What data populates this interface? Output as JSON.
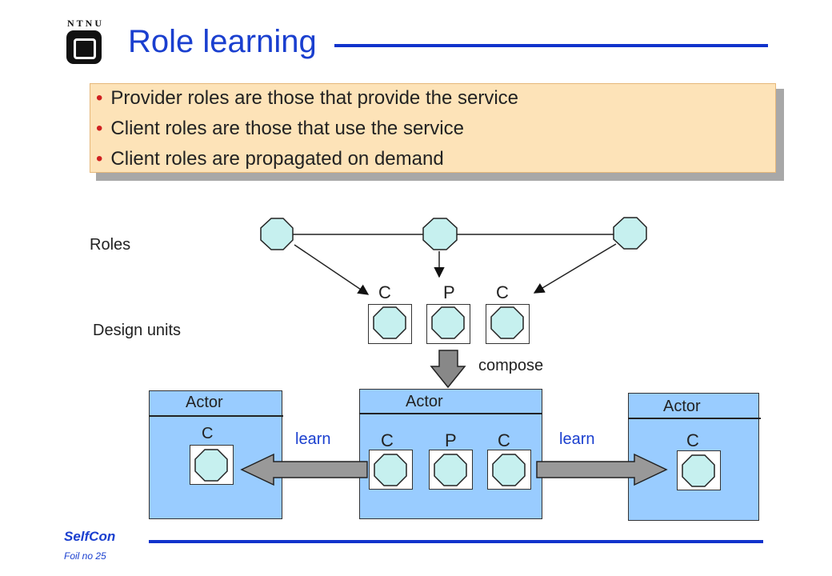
{
  "logo": {
    "text": "NTNU"
  },
  "title": "Role learning",
  "bullets": [
    "Provider roles are those that provide the service",
    "Client roles are those that use the service",
    "Client roles are propagated on demand"
  ],
  "labels": {
    "roles": "Roles",
    "design_units": "Design units",
    "compose": "compose",
    "learn_left": "learn",
    "learn_right": "learn",
    "unit_c1": "C",
    "unit_p": "P",
    "unit_c2": "C"
  },
  "actors": {
    "left": {
      "title": "Actor",
      "unit": "C"
    },
    "center": {
      "title": "Actor",
      "units": [
        "C",
        "P",
        "C"
      ]
    },
    "right": {
      "title": "Actor",
      "unit": "C"
    }
  },
  "footer": {
    "brand": "SelfCon",
    "foil": "Foil no 25"
  },
  "colors": {
    "title_blue": "#1a3fcf",
    "bullet_bg": "#fde3b8",
    "bullet_dot": "#d02020",
    "actor_bg": "#99ccff",
    "octagon_fill": "#c6f0ef"
  }
}
